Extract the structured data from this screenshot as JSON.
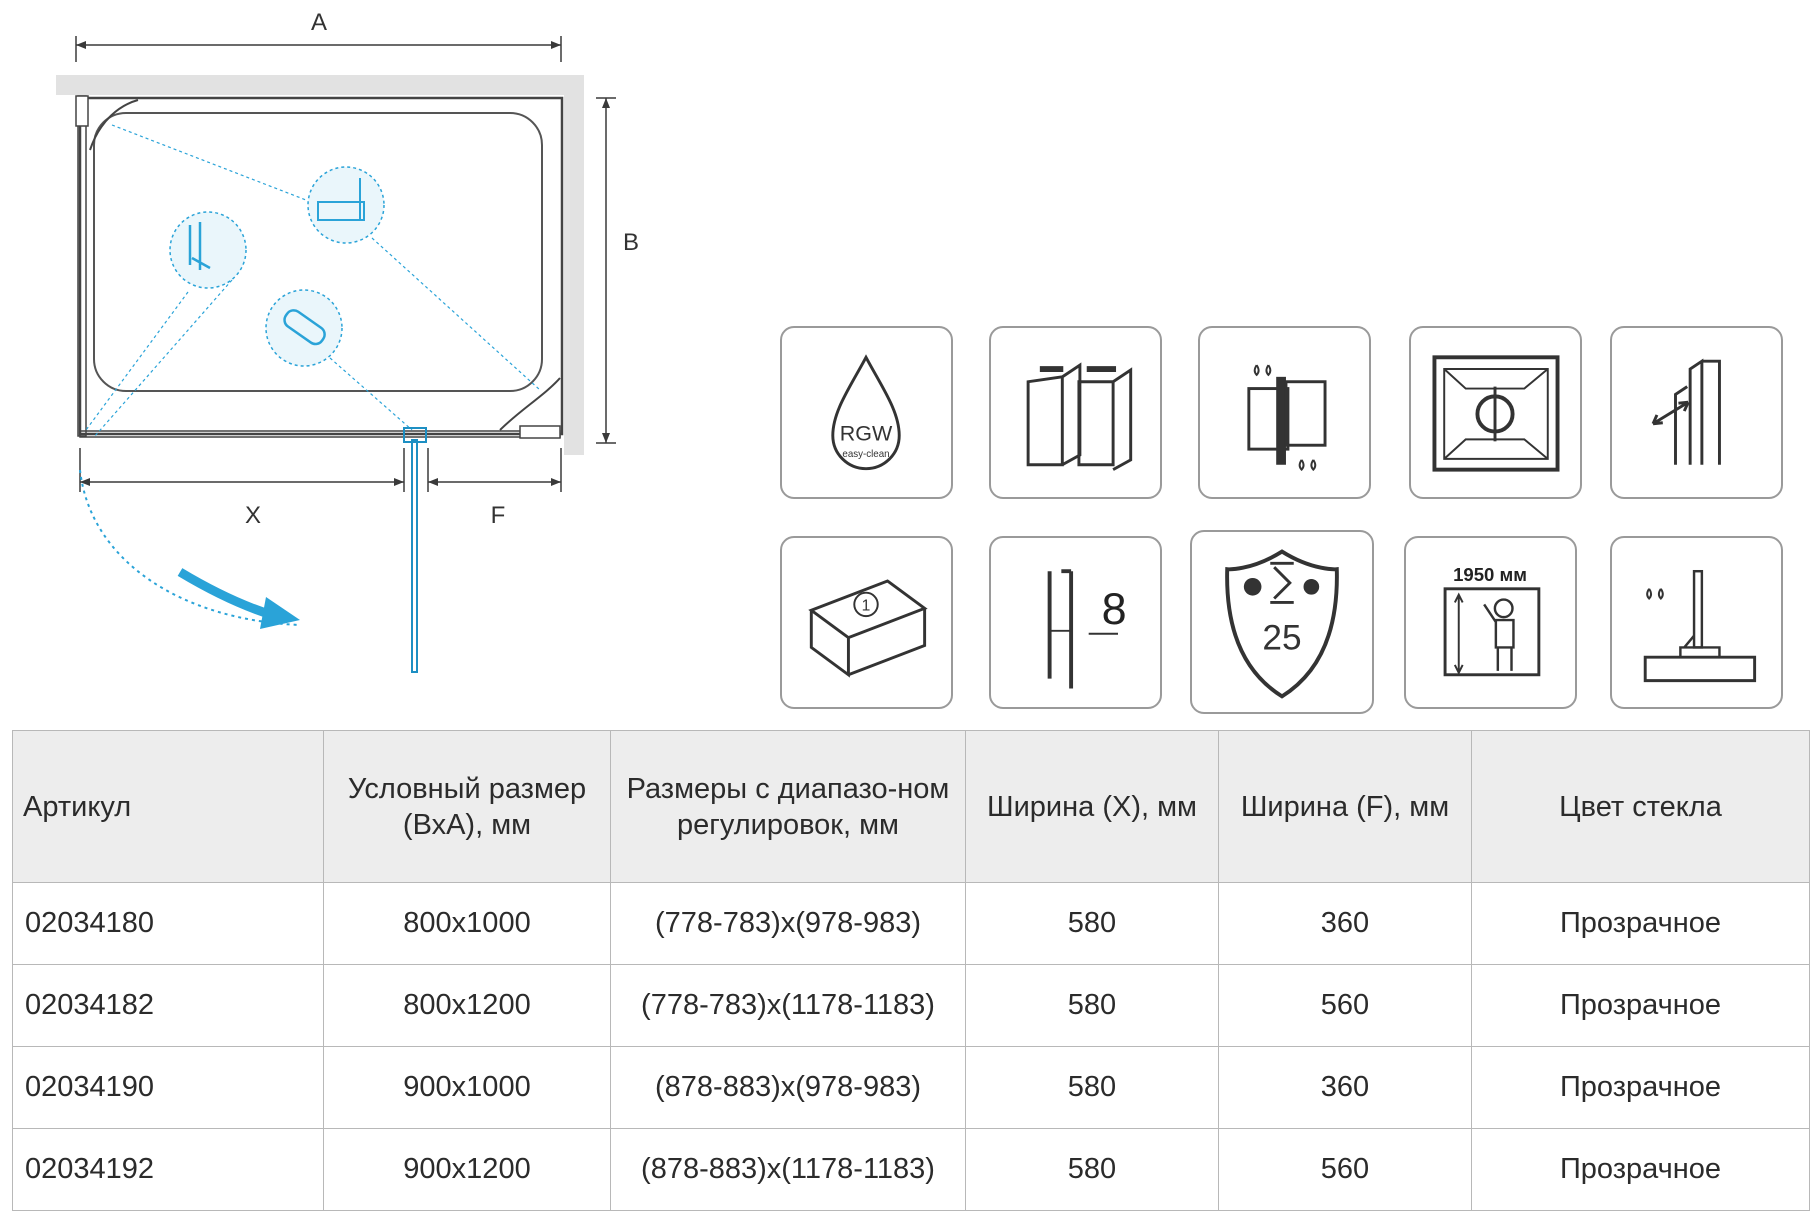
{
  "diagram": {
    "dim_a": "A",
    "dim_b": "B",
    "dim_x": "X",
    "dim_f": "F"
  },
  "features": [
    {
      "icon": "rgw-easy-clean-drop-icon",
      "text1": "RGW",
      "text2": "easy-clean"
    },
    {
      "icon": "glass-seal-profile-icon"
    },
    {
      "icon": "wall-hinge-water-icon"
    },
    {
      "icon": "reversible-door-icon"
    },
    {
      "icon": "adjustable-wall-profile-icon"
    },
    {
      "icon": "one-package-icon",
      "text1": "1"
    },
    {
      "icon": "glass-thickness-icon",
      "text1": "8"
    },
    {
      "icon": "warranty-shield-icon",
      "text1": "25"
    },
    {
      "icon": "height-1950-icon",
      "text1": "1950 мм"
    },
    {
      "icon": "bottom-seal-icon"
    }
  ],
  "table": {
    "headers": [
      "Артикул",
      "Условный размер (ВхА), мм",
      "Размеры с диапазо-ном регулировок, мм",
      "Ширина (X), мм",
      "Ширина (F), мм",
      "Цвет стекла"
    ],
    "rows": [
      [
        "02034180",
        "800x1000",
        "(778-783)x(978-983)",
        "580",
        "360",
        "Прозрачное"
      ],
      [
        "02034182",
        "800x1200",
        "(778-783)x(1178-1183)",
        "580",
        "560",
        "Прозрачное"
      ],
      [
        "02034190",
        "900x1000",
        "(878-883)x(978-983)",
        "580",
        "360",
        "Прозрачное"
      ],
      [
        "02034192",
        "900x1200",
        "(878-883)x(1178-1183)",
        "580",
        "560",
        "Прозрачное"
      ]
    ]
  },
  "colors": {
    "accent": "#2aa3d8",
    "line": "#3a3a3a",
    "wall": "#e2e2e2",
    "header_bg": "#ededed",
    "border": "#b8b8b8"
  }
}
